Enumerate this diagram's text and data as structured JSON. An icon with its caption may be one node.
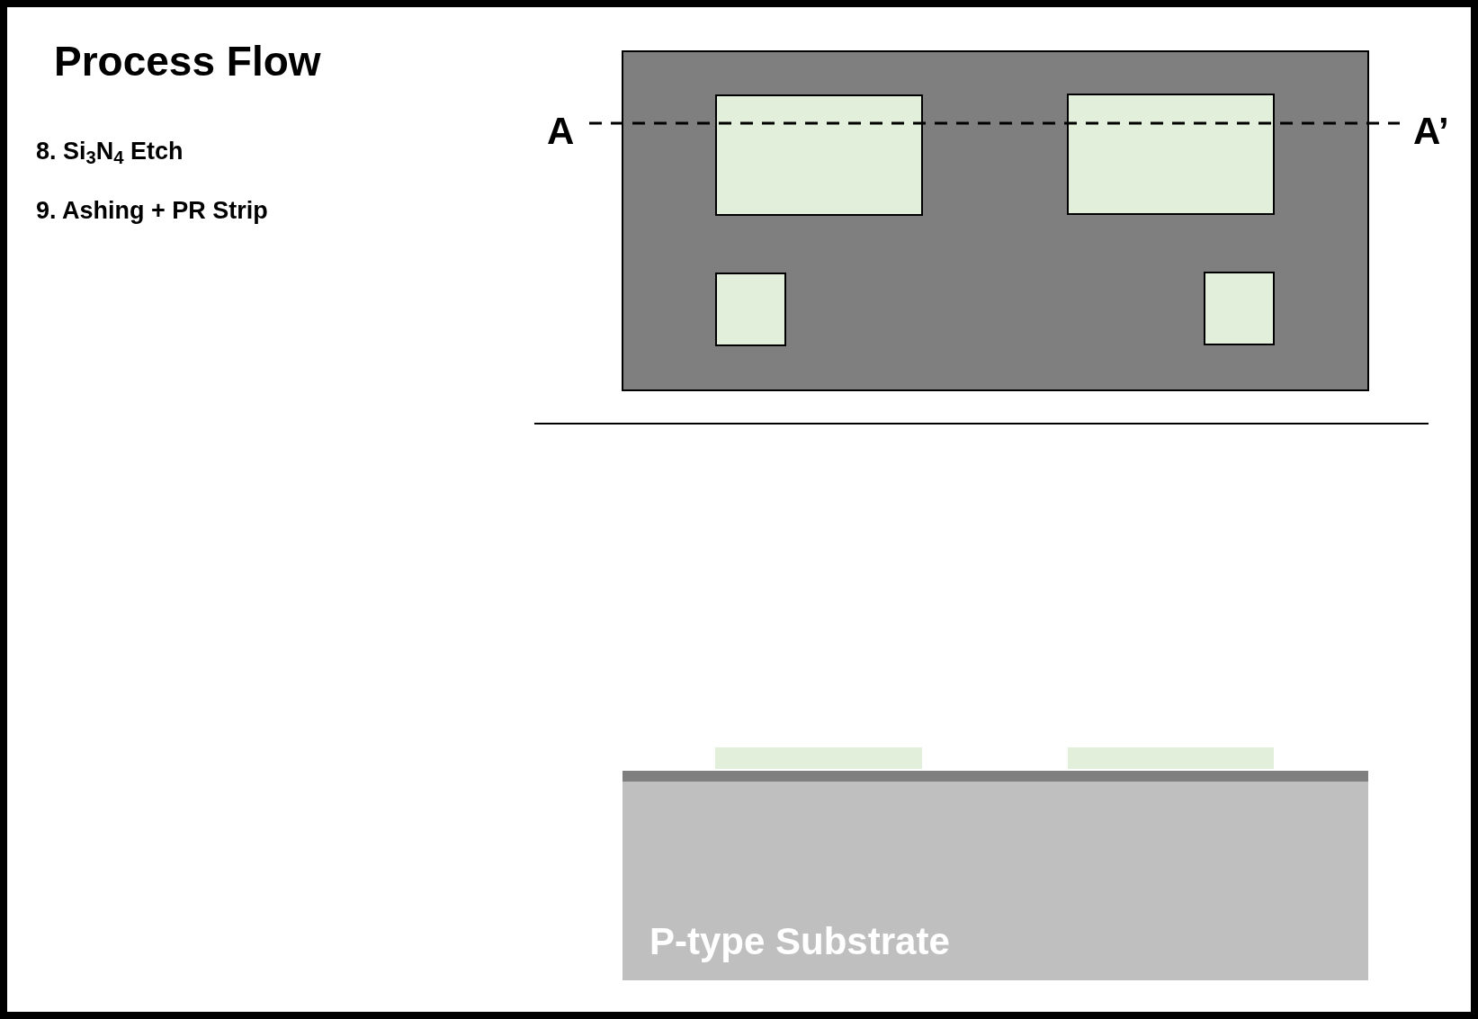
{
  "diagram": {
    "title": "Process Flow",
    "nodes": [
      {
        "text": [
          "P-type Substrate"
        ]
      }
    ],
    "labels": [
      "8. Si$_{3}$N$_{4}$ Etch",
      "9. Ashing + PR Strip",
      "A",
      "A’"
    ]
  }
}
